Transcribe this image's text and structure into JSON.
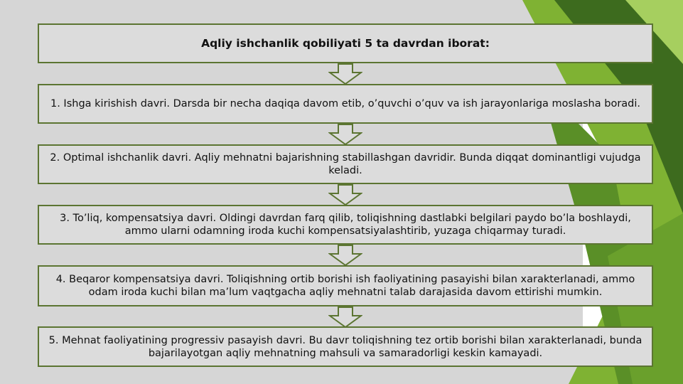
{
  "heading": "Aqliy ishchanlik qobiliyati 5 ta davrdan iborat:",
  "steps": [
    "1. Ishga kirishish davri. Darsda bir necha daqiqa davom etib, o’quvchi o’quv va ish jarayonlariga moslasha boradi.",
    "2. Optimal ishchanlik davri. Aqliy mehnatni bajarishning stabillashgan davridir. Bunda diqqat dominantligi vujudga keladi.",
    "3. To’liq, kompensatsiya davri. Oldingi davrdan farq qilib, toliqishning dastlabki belgilari paydo bo’la boshlaydi, ammo ularni odamning iroda kuchi kompensatsiyalashtirib, yuzaga chiqarmay turadi.",
    "4. Beqaror kompensatsiya davri. Toliqishning ortib borishi ish faoliyatining pasayishi bilan xarakterlanadi, ammo odam iroda kuchi bilan ma’lum vaqtgacha aqliy mehnatni talab darajasida davom ettirishi mumkin.",
    "5. Mehnat faoliyatining progressiv pasayish davri. Bu davr toliqishning tez ortib borishi bilan xarakterlanadi, bunda bajarilayotgan aqliy mehnatning mahsuli va samaradorligi keskin kamayadi."
  ],
  "colors": {
    "box_fill": "#dcdcdc",
    "border": "#5c7532",
    "accent_dark": "#3d6b1e",
    "accent_light": "#8cbf3f"
  }
}
